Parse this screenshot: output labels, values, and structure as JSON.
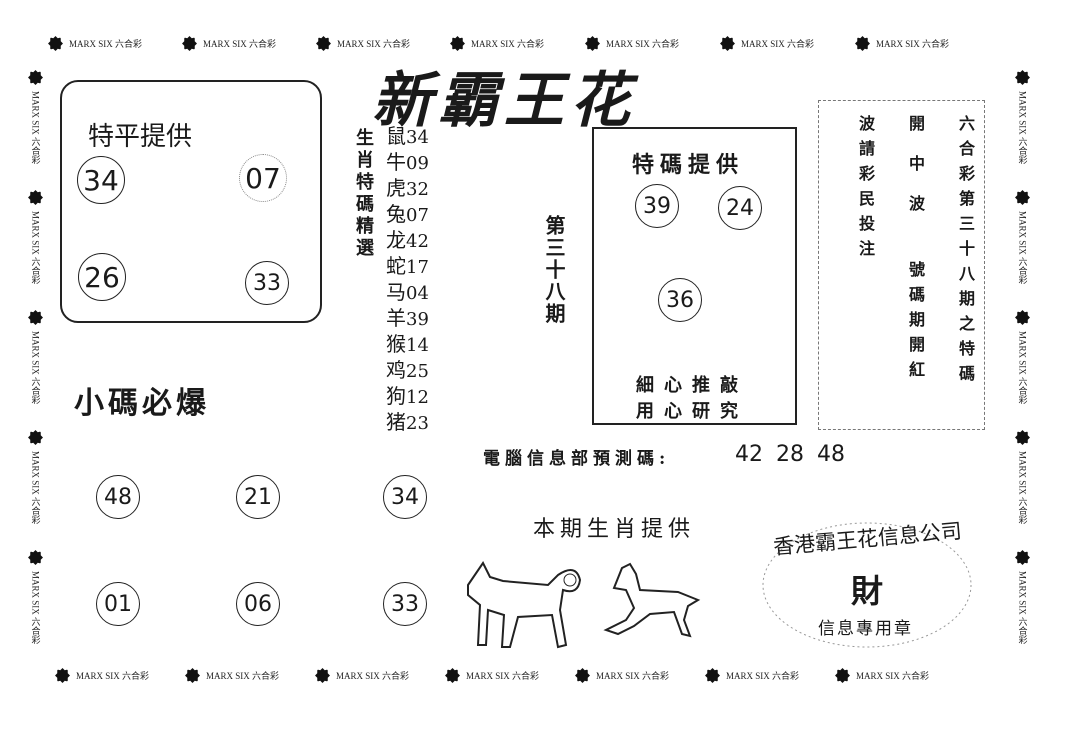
{
  "watermark": "MARX SIX 六合彩",
  "title": "新霸王花",
  "left_box": {
    "heading": "特平提供",
    "numbers": [
      "34",
      "07",
      "26",
      "33"
    ]
  },
  "zodiac_heading": "生肖特碼精選",
  "zodiac": [
    {
      "animal": "鼠",
      "num": "34"
    },
    {
      "animal": "牛",
      "num": "09"
    },
    {
      "animal": "虎",
      "num": "32"
    },
    {
      "animal": "兔",
      "num": "07"
    },
    {
      "animal": "龙",
      "num": "42"
    },
    {
      "animal": "蛇",
      "num": "17"
    },
    {
      "animal": "马",
      "num": "04"
    },
    {
      "animal": "羊",
      "num": "39"
    },
    {
      "animal": "猴",
      "num": "14"
    },
    {
      "animal": "鸡",
      "num": "25"
    },
    {
      "animal": "狗",
      "num": "12"
    },
    {
      "animal": "猪",
      "num": "23"
    }
  ],
  "period": "第三十八期",
  "special_box": {
    "heading": "特碼提供",
    "numbers": [
      "39",
      "24",
      "36"
    ],
    "line1": "細心推敲",
    "line2": "用心研究"
  },
  "notice": {
    "col1": "六合彩第三十八期之特碼",
    "col2a": "開中波",
    "col2b": "號碼期開紅",
    "col3": "波請彩民投注"
  },
  "small_heading": "小碼必爆",
  "small_numbers": [
    "48",
    "21",
    "34",
    "01",
    "06",
    "33"
  ],
  "prediction": {
    "label": "電腦信息部預測碼:",
    "numbers": "42 28 48"
  },
  "zodiac_provide": "本期生肖提供",
  "stamp": {
    "ring": "香港霸王花信息公司",
    "center": "財",
    "bottom": "信息專用章"
  }
}
